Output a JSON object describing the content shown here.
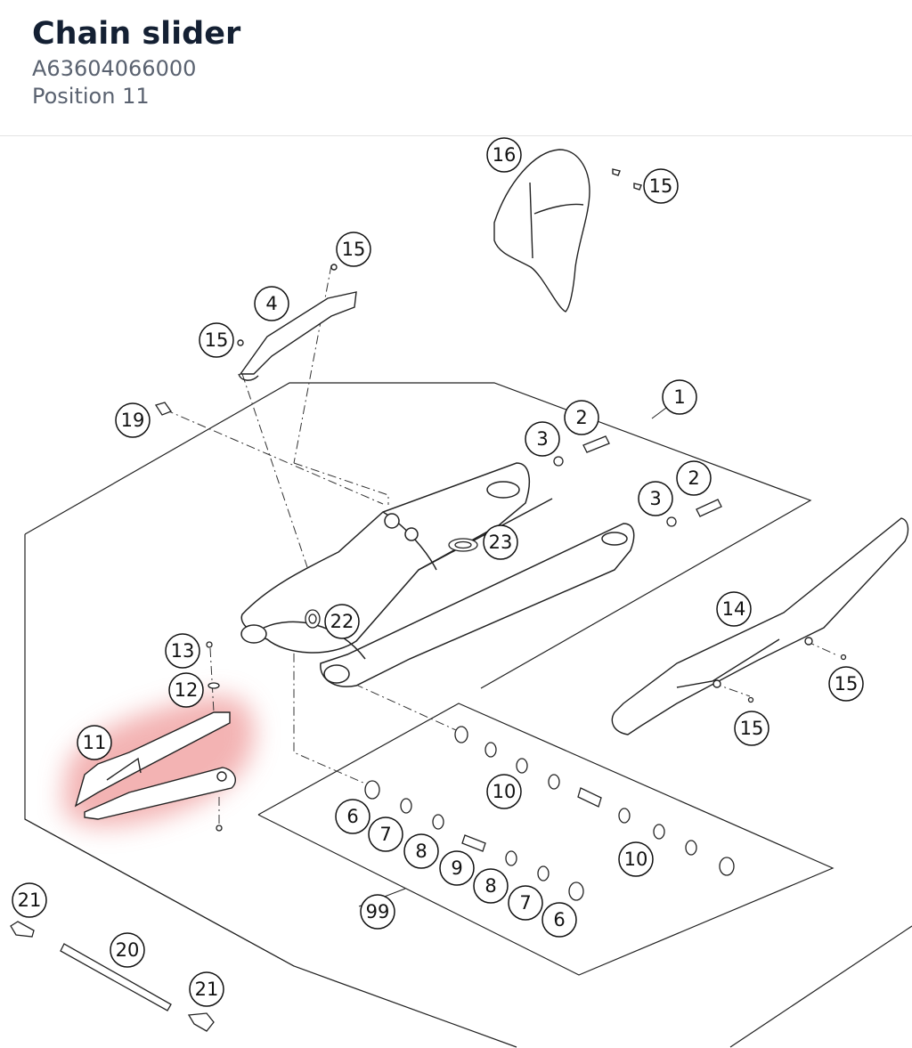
{
  "header": {
    "title": "Chain slider",
    "part_number": "A63604066000",
    "position": "Position 11"
  },
  "diagram": {
    "highlight_color": "#ef9a9a",
    "highlighted_callout": "11",
    "callouts": [
      {
        "id": "c16",
        "label": "16"
      },
      {
        "id": "c15a",
        "label": "15"
      },
      {
        "id": "c15b",
        "label": "15"
      },
      {
        "id": "c4",
        "label": "4"
      },
      {
        "id": "c15c",
        "label": "15"
      },
      {
        "id": "c1",
        "label": "1"
      },
      {
        "id": "c2a",
        "label": "2"
      },
      {
        "id": "c3a",
        "label": "3"
      },
      {
        "id": "c19",
        "label": "19"
      },
      {
        "id": "c2b",
        "label": "2"
      },
      {
        "id": "c3b",
        "label": "3"
      },
      {
        "id": "c23",
        "label": "23"
      },
      {
        "id": "c14",
        "label": "14"
      },
      {
        "id": "c22",
        "label": "22"
      },
      {
        "id": "c13",
        "label": "13"
      },
      {
        "id": "c12",
        "label": "12"
      },
      {
        "id": "c15d",
        "label": "15"
      },
      {
        "id": "c11",
        "label": "11"
      },
      {
        "id": "c15e",
        "label": "15"
      },
      {
        "id": "c10a",
        "label": "10"
      },
      {
        "id": "c6a",
        "label": "6"
      },
      {
        "id": "c7a",
        "label": "7"
      },
      {
        "id": "c8a",
        "label": "8"
      },
      {
        "id": "c9",
        "label": "9"
      },
      {
        "id": "c10b",
        "label": "10"
      },
      {
        "id": "c8b",
        "label": "8"
      },
      {
        "id": "c7b",
        "label": "7"
      },
      {
        "id": "c6b",
        "label": "6"
      },
      {
        "id": "c99",
        "label": "99"
      },
      {
        "id": "c21a",
        "label": "21"
      },
      {
        "id": "c20",
        "label": "20"
      },
      {
        "id": "c21b",
        "label": "21"
      }
    ]
  }
}
